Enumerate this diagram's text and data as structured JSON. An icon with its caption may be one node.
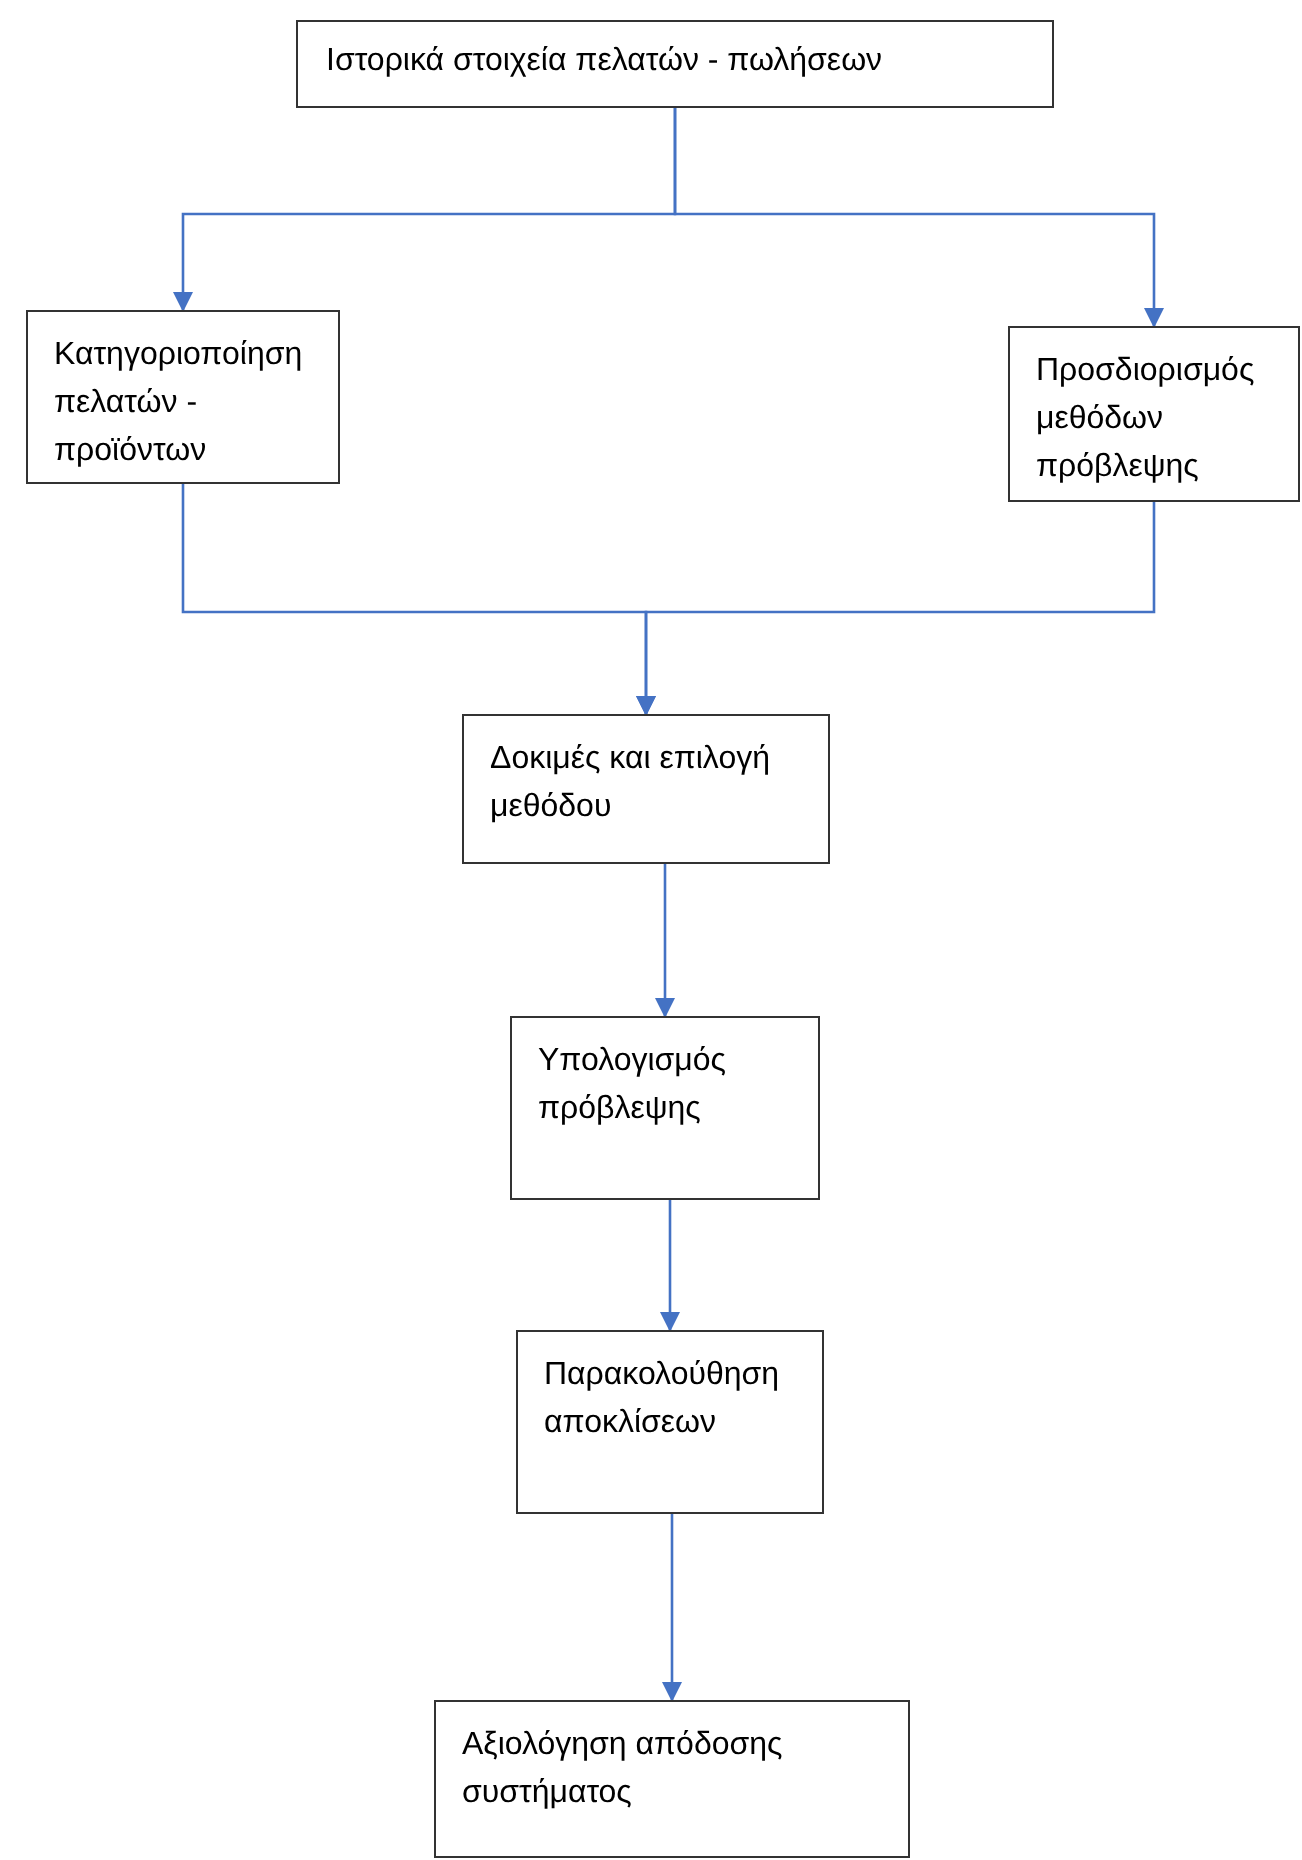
{
  "diagram": {
    "nodes": [
      {
        "text": [
          "Ιστορικά στοιχεία πελατών - πωλήσεων"
        ]
      },
      {
        "text": [
          "Κατηγοριοποίηση πελατών - προϊόντων"
        ]
      },
      {
        "text": [
          "Προσδιορισμός μεθόδων πρόβλεψης"
        ]
      },
      {
        "text": [
          "Δοκιμές και επιλογή μεθόδου"
        ]
      },
      {
        "text": [
          "Υπολογισμός πρόβλεψης"
        ]
      },
      {
        "text": [
          "Παρακολούθηση αποκλίσεων"
        ]
      },
      {
        "text": [
          "Αξιολόγηση απόδοσης συστήματος"
        ]
      }
    ],
    "edges": [
      {
        "from": 0,
        "to": 1,
        "arrow": "to"
      },
      {
        "from": 0,
        "to": 2,
        "arrow": "to"
      },
      {
        "from": 1,
        "to": 3,
        "arrow": "to"
      },
      {
        "from": 2,
        "to": 3,
        "arrow": "to"
      },
      {
        "from": 3,
        "to": 4,
        "arrow": "to"
      },
      {
        "from": 4,
        "to": 5,
        "arrow": "to"
      },
      {
        "from": 5,
        "to": 6,
        "arrow": "to"
      }
    ]
  }
}
